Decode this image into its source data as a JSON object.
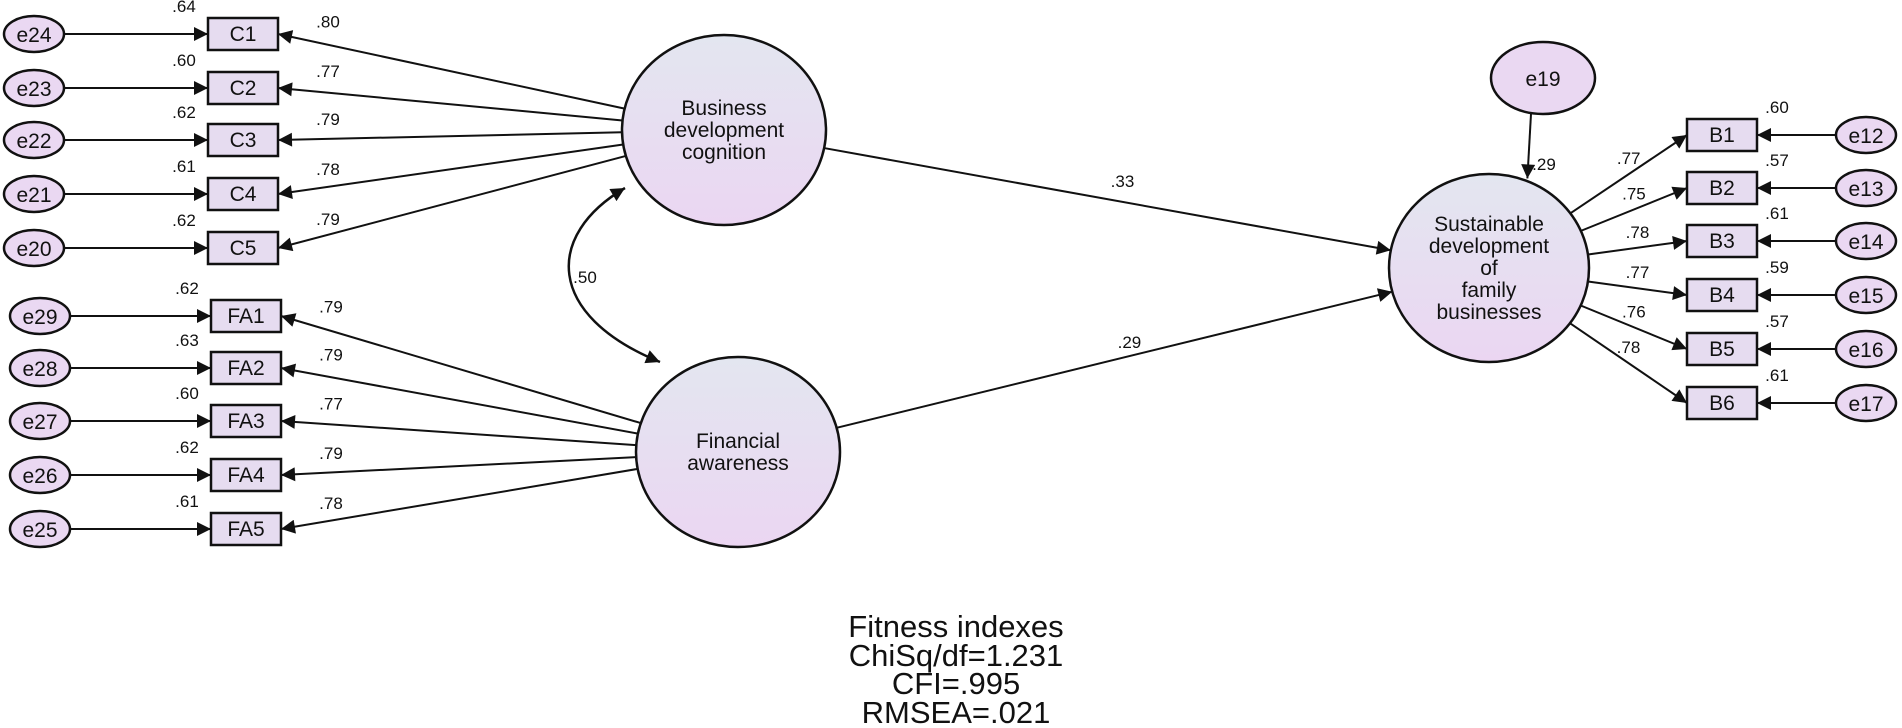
{
  "latents": [
    {
      "id": "bdc",
      "lines": [
        "Business",
        "development",
        "cognition"
      ]
    },
    {
      "id": "fa",
      "lines": [
        "Financial",
        "awareness"
      ]
    },
    {
      "id": "sd",
      "lines": [
        "Sustainable",
        "development",
        "of",
        "family",
        "businesses"
      ]
    }
  ],
  "indicators": [
    {
      "id": "C1",
      "factor": "bdc",
      "loading": ".80",
      "r2": ".64",
      "error": "e24"
    },
    {
      "id": "C2",
      "factor": "bdc",
      "loading": ".77",
      "r2": ".60",
      "error": "e23"
    },
    {
      "id": "C3",
      "factor": "bdc",
      "loading": ".79",
      "r2": ".62",
      "error": "e22"
    },
    {
      "id": "C4",
      "factor": "bdc",
      "loading": ".78",
      "r2": ".61",
      "error": "e21"
    },
    {
      "id": "C5",
      "factor": "bdc",
      "loading": ".79",
      "r2": ".62",
      "error": "e20"
    },
    {
      "id": "FA1",
      "factor": "fa",
      "loading": ".79",
      "r2": ".62",
      "error": "e29"
    },
    {
      "id": "FA2",
      "factor": "fa",
      "loading": ".79",
      "r2": ".63",
      "error": "e28"
    },
    {
      "id": "FA3",
      "factor": "fa",
      "loading": ".77",
      "r2": ".60",
      "error": "e27"
    },
    {
      "id": "FA4",
      "factor": "fa",
      "loading": ".79",
      "r2": ".62",
      "error": "e26"
    },
    {
      "id": "FA5",
      "factor": "fa",
      "loading": ".78",
      "r2": ".61",
      "error": "e25"
    },
    {
      "id": "B1",
      "factor": "sd",
      "loading": ".77",
      "r2": ".60",
      "error": "e12"
    },
    {
      "id": "B2",
      "factor": "sd",
      "loading": ".75",
      "r2": ".57",
      "error": "e13"
    },
    {
      "id": "B3",
      "factor": "sd",
      "loading": ".78",
      "r2": ".61",
      "error": "e14"
    },
    {
      "id": "B4",
      "factor": "sd",
      "loading": ".77",
      "r2": ".59",
      "error": "e15"
    },
    {
      "id": "B5",
      "factor": "sd",
      "loading": ".76",
      "r2": ".57",
      "error": "e16"
    },
    {
      "id": "B6",
      "factor": "sd",
      "loading": ".78",
      "r2": ".61",
      "error": "e17"
    }
  ],
  "paths": [
    {
      "from": "bdc",
      "to": "sd",
      "coef": ".33"
    },
    {
      "from": "fa",
      "to": "sd",
      "coef": ".29"
    }
  ],
  "covariance": {
    "between": [
      "bdc",
      "fa"
    ],
    "value": ".50"
  },
  "disturbance": {
    "id": "e19",
    "target": "sd",
    "r2": ".29"
  },
  "fit": {
    "title": "Fitness indexes",
    "chisq_df": "ChiSq/df=1.231",
    "cfi": "CFI=.995",
    "rmsea": "RMSEA=.021"
  },
  "colors": {
    "latent_top": "#e3e6f0",
    "latent_bottom": "#ebd6f2",
    "box_fill": "#e6dcf0",
    "error_fill": "#ead8f2",
    "stroke": "#111111"
  }
}
